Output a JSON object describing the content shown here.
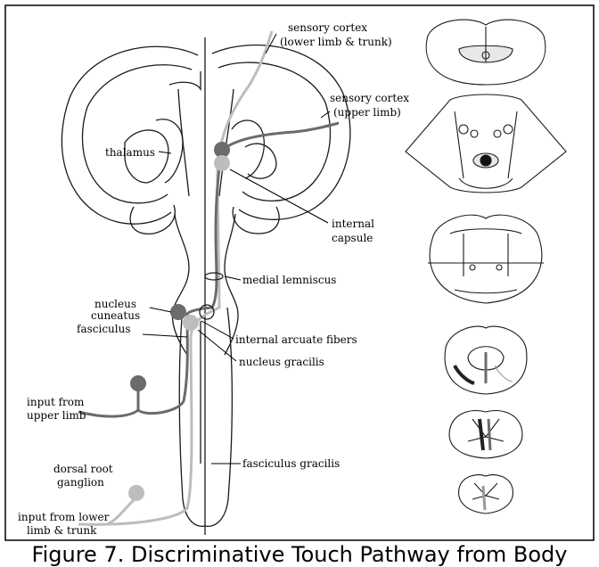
{
  "labels": {
    "sensory_cortex_lower_1": "sensory cortex",
    "sensory_cortex_lower_2": "(lower limb & trunk)",
    "sensory_cortex_upper_1": "sensory cortex",
    "sensory_cortex_upper_2": "(upper limb)",
    "thalamus": "thalamus",
    "internal_capsule_1": "internal",
    "internal_capsule_2": "capsule",
    "medial_lemniscus": "medial lemniscus",
    "nucleus_cuneatus_1": "nucleus",
    "nucleus_cuneatus_2": "cuneatus",
    "internal_arcuate_fibers": "internal arcuate fibers",
    "fasciculus": "fasciculus",
    "nucleus_gracilis": "nucleus gracilis",
    "input_upper_1": "input from",
    "input_upper_2": "upper limb",
    "fasciculus_gracilis": "fasciculus gracilis",
    "dorsal_root_ganglion_1": "dorsal root",
    "dorsal_root_ganglion_2": "ganglion",
    "input_lower_1": "input from lower",
    "input_lower_2": "limb & trunk"
  },
  "caption": "Figure 7. Discriminative Touch Pathway from Body",
  "colors": {
    "dark_pathway": "#6b6b6b",
    "light_pathway": "#bdbdbd",
    "outline": "#1a1a1a"
  }
}
